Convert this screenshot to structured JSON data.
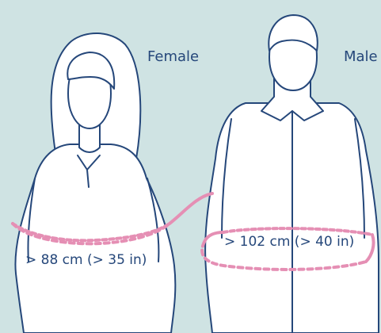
{
  "female": {
    "label": "Female",
    "waist_threshold": "> 88 cm (> 35 in)"
  },
  "male": {
    "label": "Male",
    "waist_threshold": "> 102 cm (> 40 in)"
  },
  "colors": {
    "background": "#cfe3e3",
    "figure_fill": "#ffffff",
    "outline": "#25477a",
    "tape_measure": "#e58fb4"
  }
}
